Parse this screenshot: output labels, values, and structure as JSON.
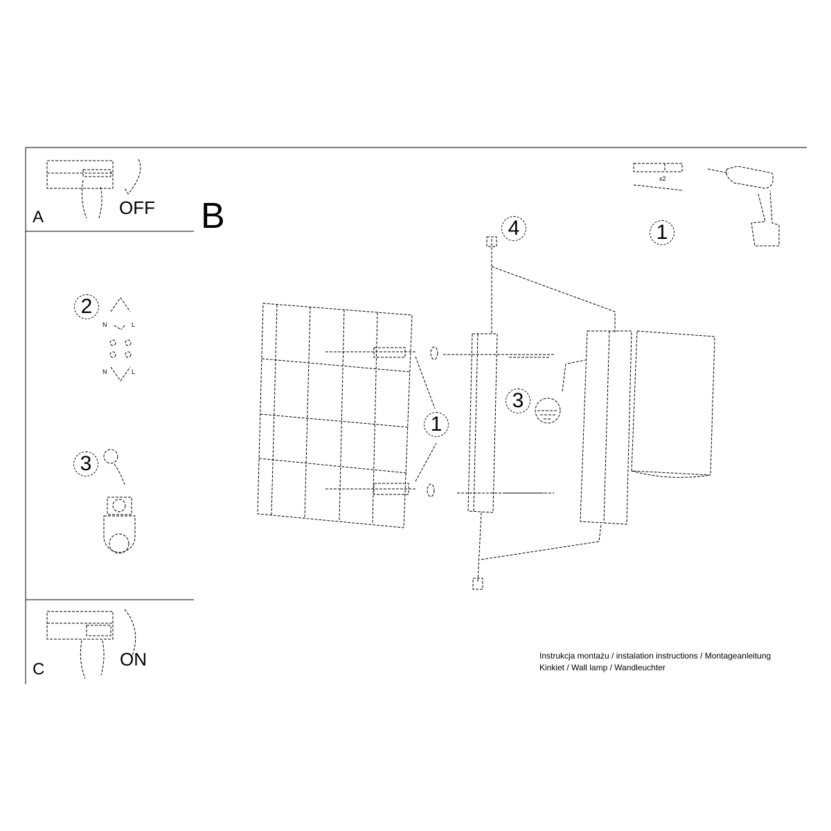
{
  "steps": {
    "a": {
      "letter": "A",
      "label": "OFF"
    },
    "b": {
      "letter": "B"
    },
    "c": {
      "letter": "C",
      "label": "ON"
    }
  },
  "wiring": {
    "step2": "2",
    "step3": "3",
    "n_top": "N",
    "l_top": "L",
    "n_bottom": "N",
    "l_bottom": "L"
  },
  "tools": {
    "quantity": "x2",
    "step": "1"
  },
  "callouts": {
    "screw": "4",
    "anchors": "1",
    "ground": "3"
  },
  "footer": {
    "line1": "Instrukcja montażu / instalation instructions / Montageanleitung",
    "line2": "Kinkiet / Wall lamp / Wandleuchter"
  }
}
